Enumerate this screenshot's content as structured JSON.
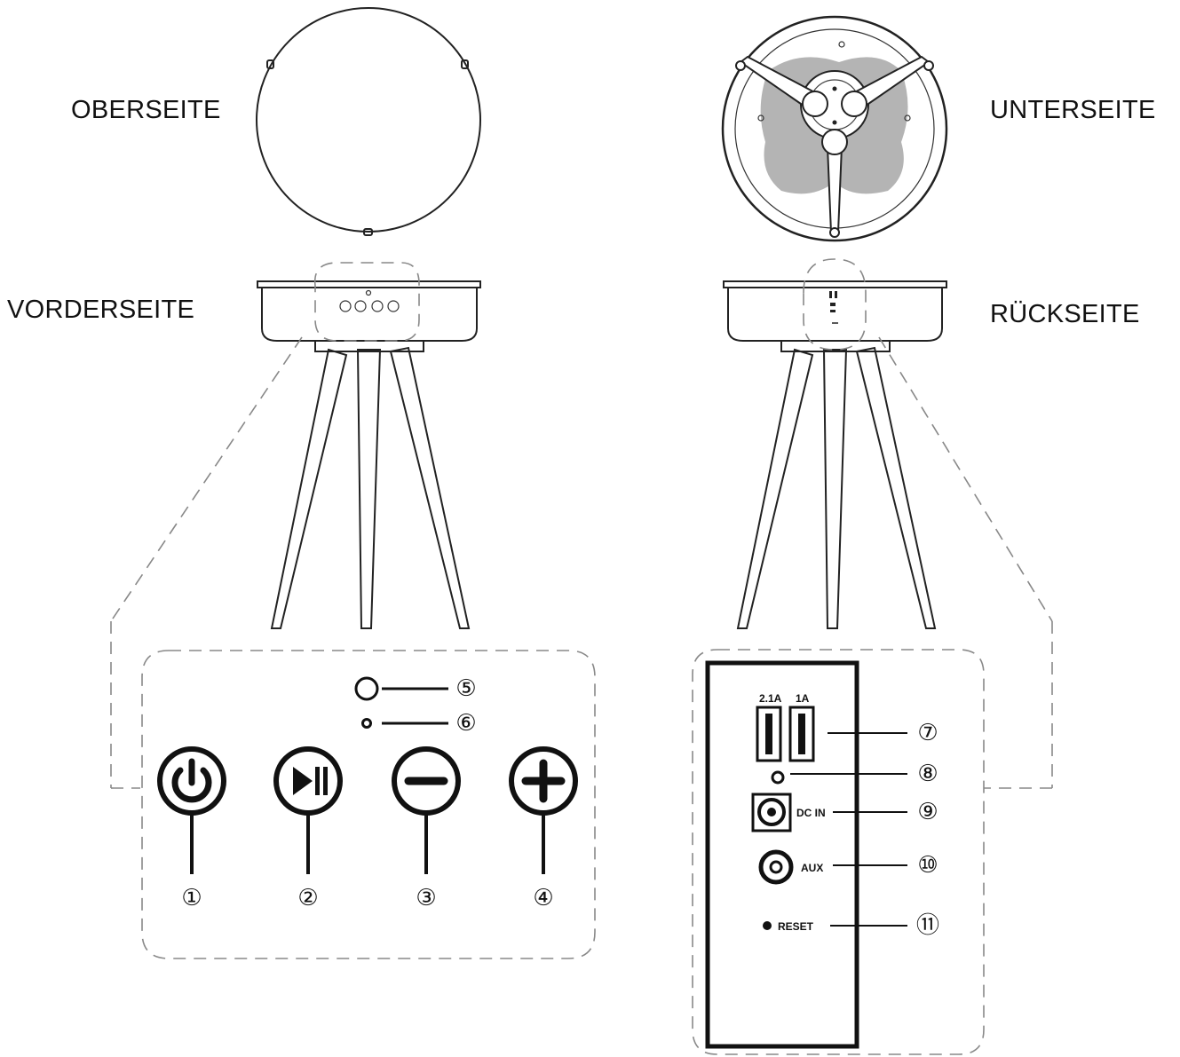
{
  "labels": {
    "top": "OBERSEITE",
    "bottom": "UNTERSEITE",
    "front": "VORDERSEITE",
    "back": "RÜCKSEITE"
  },
  "front_panel": {
    "callouts": [
      "①",
      "②",
      "③",
      "④",
      "⑤",
      "⑥"
    ],
    "icons": [
      "power-icon",
      "play-pause-icon",
      "minus-icon",
      "plus-icon"
    ]
  },
  "back_panel": {
    "usb_left": "2.1A",
    "usb_right": "1A",
    "dc_in": "DC IN",
    "aux": "AUX",
    "reset": "RESET",
    "callouts": [
      "⑦",
      "⑧",
      "⑨",
      "⑩",
      "⑪"
    ]
  }
}
